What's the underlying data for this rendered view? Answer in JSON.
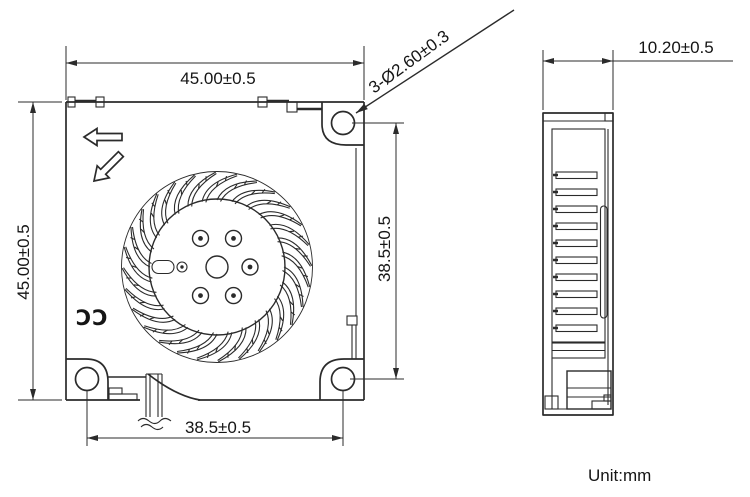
{
  "style": {
    "line_color": "#2b2b2b",
    "text_color": "#151515",
    "background": "#ffffff"
  },
  "front_view": {
    "dim_width": "45.00±0.5",
    "dim_height": "45.00±0.5",
    "dim_hole_pitch_vertical": "38.5±0.5",
    "dim_hole_pitch_horizontal": "38.5±0.5",
    "hole_callout": "3-Ø2.60±0.3",
    "logo_text": "CC",
    "blade_count": 28,
    "mounting_hole_count": 3
  },
  "side_view": {
    "dim_thickness": "10.20±0.5",
    "slat_count": 10
  },
  "footer": {
    "unit_label": "Unit:mm"
  }
}
